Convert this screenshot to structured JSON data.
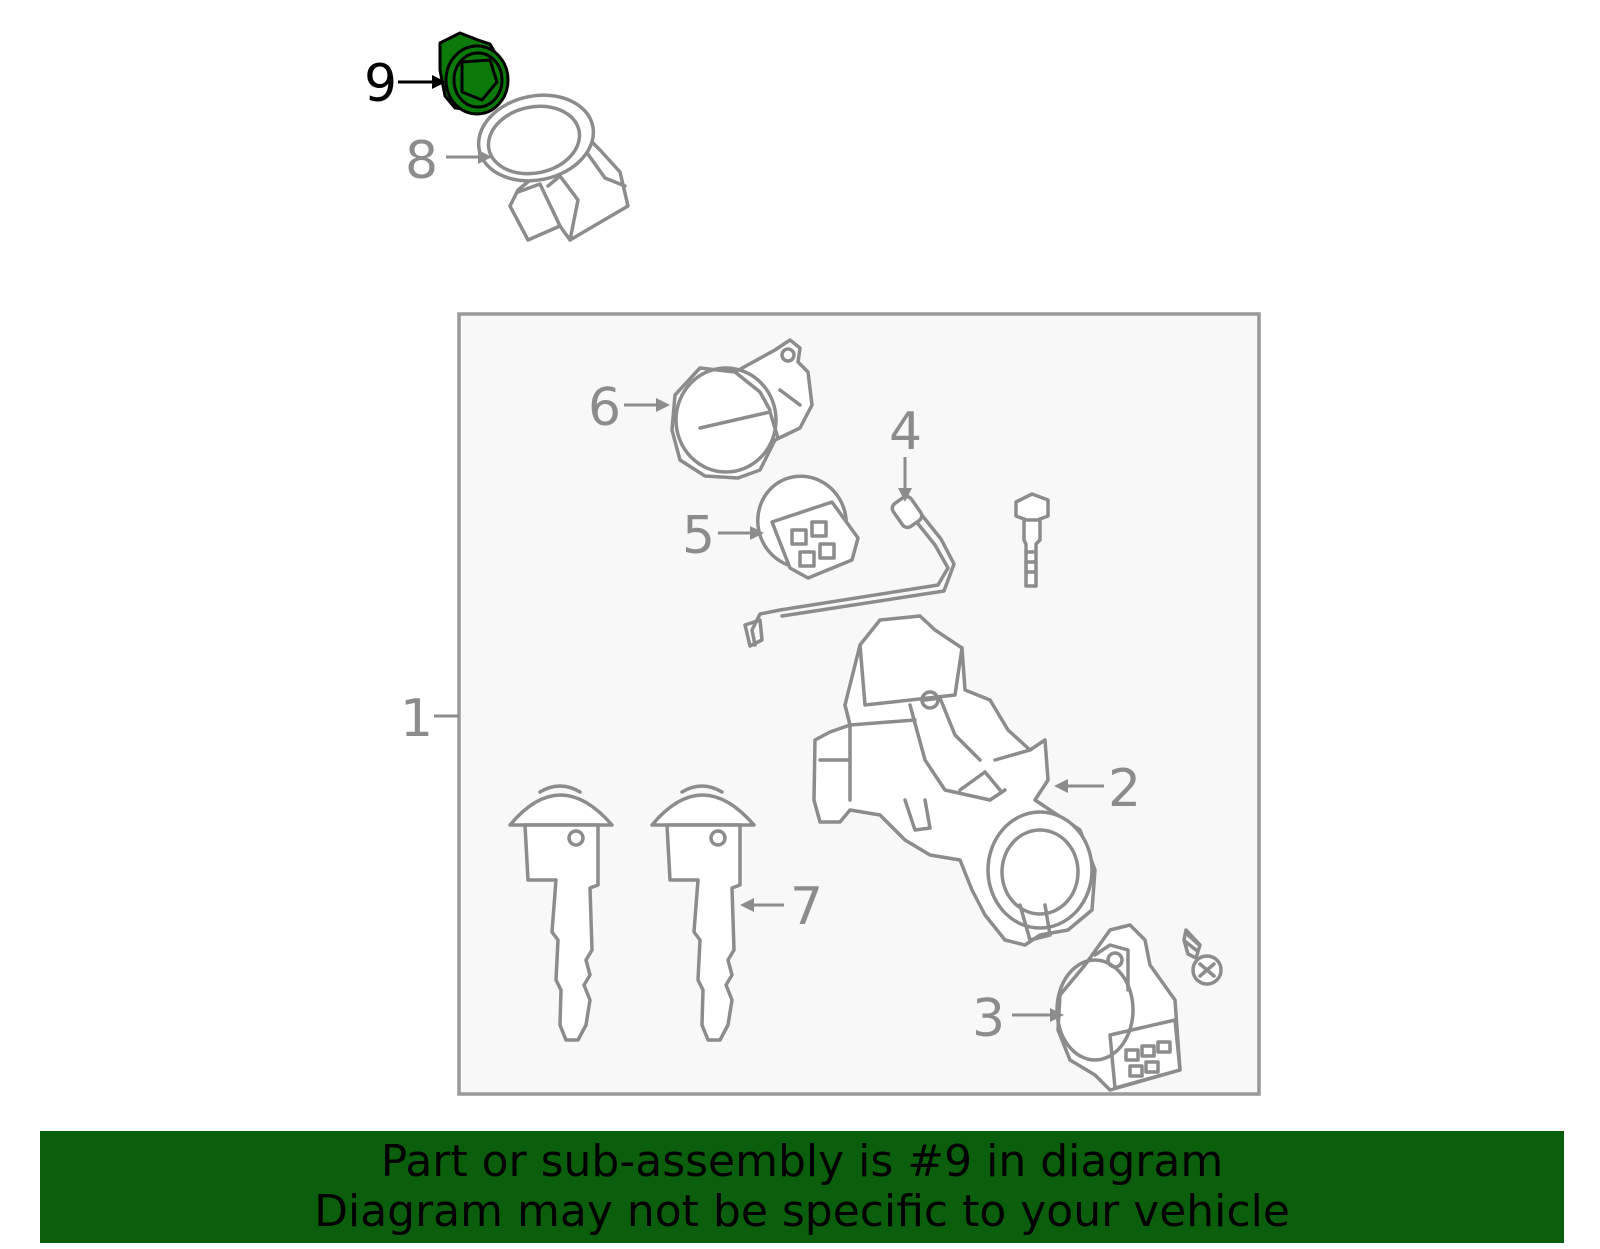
{
  "callouts": {
    "c1": "1",
    "c2": "2",
    "c3": "3",
    "c4": "4",
    "c5": "5",
    "c6": "6",
    "c7": "7",
    "c8": "8",
    "c9": "9"
  },
  "banner": {
    "line1": "Part or sub-assembly is #9 in diagram",
    "line2": "Diagram may not be specific to your vehicle"
  },
  "colors": {
    "highlight": "#0b7a0b",
    "banner": "#0b5e0b",
    "outline": "#8c8c8c"
  }
}
